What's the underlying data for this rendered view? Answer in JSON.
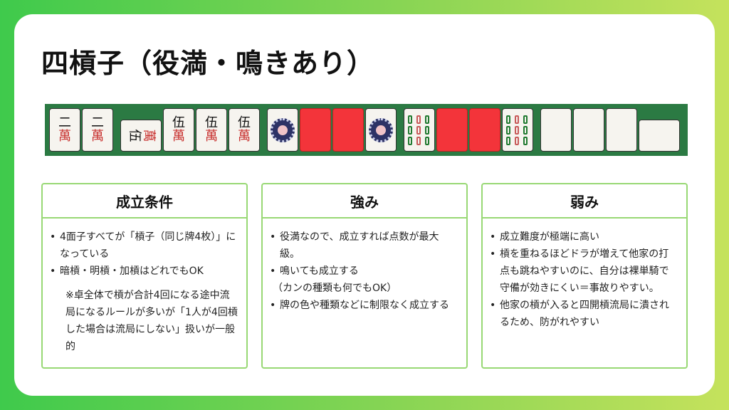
{
  "title": "四槓子（役満・鳴きあり）",
  "tiles": {
    "two": "二",
    "five": "伍",
    "man": "萬"
  },
  "colors": {
    "strip": "#2b7a43",
    "accent": "#98d874",
    "back": "#f3343a"
  },
  "cards": [
    {
      "title": "成立条件",
      "items": [
        "4面子すべてが「槓子（同じ牌4枚）」になっている",
        "暗槓・明槓・加槓はどれでもOK"
      ],
      "note": "※卓全体で槓が合計4回になる途中流局になるルールが多いが「1人が4回槓した場合は流局にしない」扱いが一般的"
    },
    {
      "title": "強み",
      "items": [
        "役満なので、成立すれば点数が最大級。",
        "鳴いても成立する"
      ],
      "sub": "（カンの種類も何でもOK）",
      "items2": [
        "牌の色や種類などに制限なく成立する"
      ]
    },
    {
      "title": "弱み",
      "items": [
        "成立難度が極端に高い",
        "槓を重ねるほどドラが増えて他家の打点も跳ねやすいのに、自分は裸単騎で守備が効きにくい＝事故りやすい。",
        "他家の槓が入ると四開槓流局に潰されるため、防がれやすい"
      ]
    }
  ]
}
